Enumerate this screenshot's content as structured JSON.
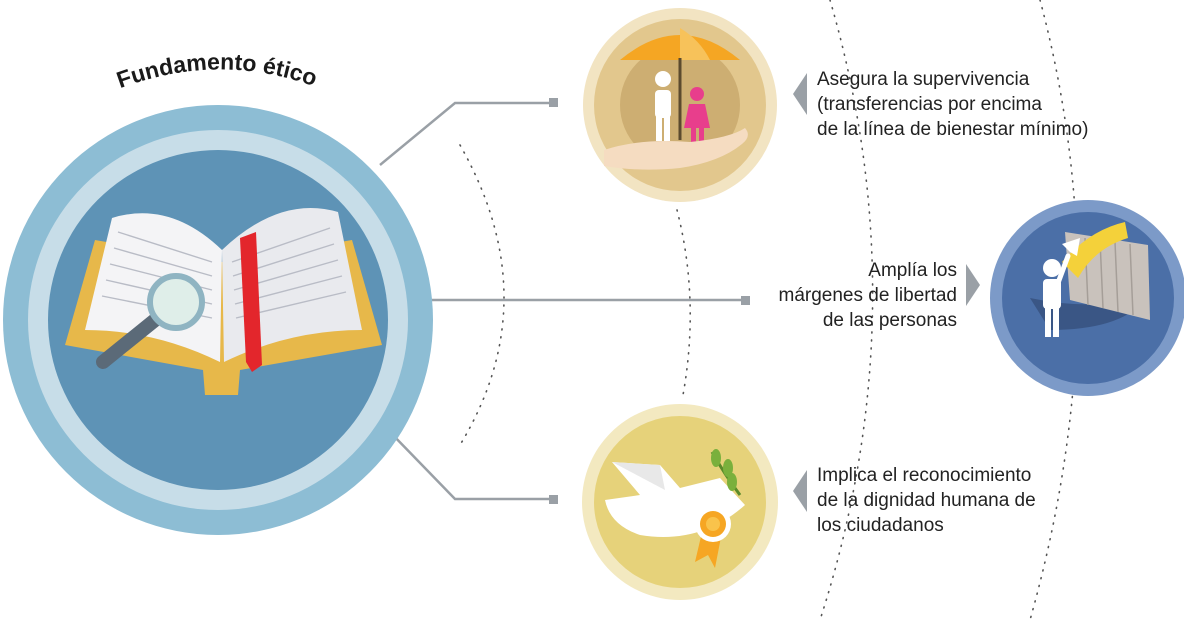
{
  "title": "Fundamento ético",
  "items": [
    {
      "lines": [
        "Asegura la supervivencia",
        "(transferencias por encima",
        "de la línea de bienestar mínimo)"
      ],
      "icon": "umbrella-family-hand-icon"
    },
    {
      "lines": [
        "Amplía los",
        "márgenes de libertad",
        "de las personas"
      ],
      "icon": "person-opening-gate-icon"
    },
    {
      "lines": [
        "Implica el reconocimiento",
        "de la dignidad humana de",
        "los ciudadanos"
      ],
      "icon": "dove-medal-icon"
    }
  ],
  "central_icon": "open-book-magnifier-icon",
  "colors": {
    "central_outer": "#8dbdd4",
    "central_ring": "#c7dde8",
    "central_inner": "#5e93b6",
    "top_circle": "#e2c78d",
    "mid_circle": "#4b6fa7",
    "bottom_circle": "#e6d27a",
    "bookmark": "#e3262c",
    "connector": "#9aa0a6"
  }
}
